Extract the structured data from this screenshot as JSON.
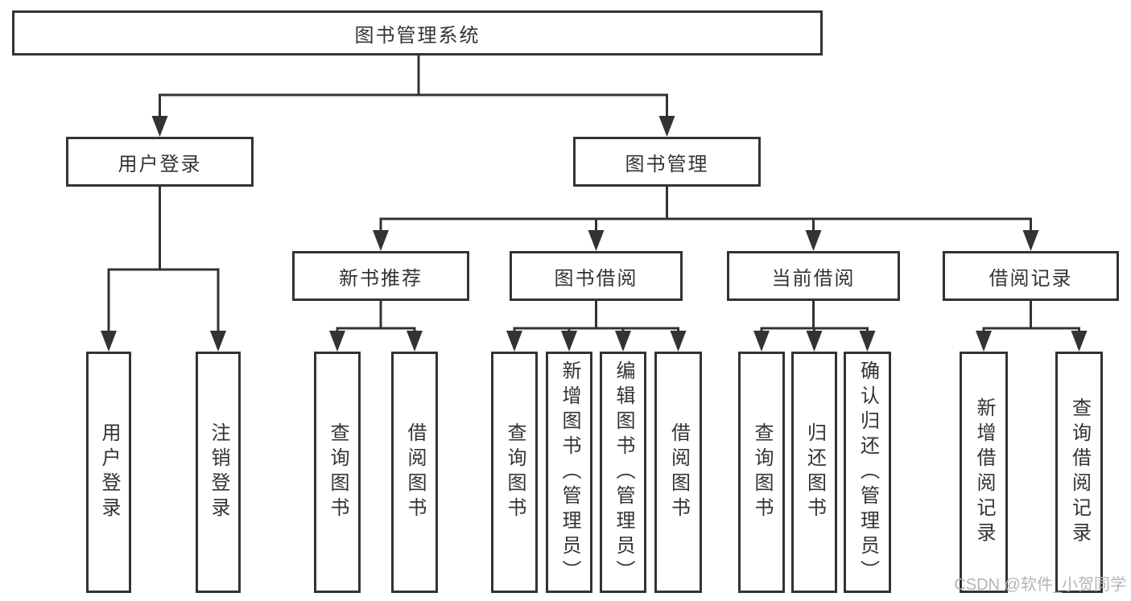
{
  "diagram": {
    "root": {
      "label": "图书管理系统"
    },
    "branches": [
      {
        "label": "用户登录",
        "children": [
          {
            "label": "用户登录"
          },
          {
            "label": "注销登录"
          }
        ]
      },
      {
        "label": "图书管理",
        "children": [
          {
            "label": "新书推荐",
            "children": [
              {
                "label": "查询图书"
              },
              {
                "label": "借阅图书"
              }
            ]
          },
          {
            "label": "图书借阅",
            "children": [
              {
                "label": "查询图书"
              },
              {
                "label": "新增图书（管理员）"
              },
              {
                "label": "编辑图书（管理员）"
              },
              {
                "label": "借阅图书"
              }
            ]
          },
          {
            "label": "当前借阅",
            "children": [
              {
                "label": "查询图书"
              },
              {
                "label": "归还图书"
              },
              {
                "label": "确认归还（管理员）"
              }
            ]
          },
          {
            "label": "借阅记录",
            "children": [
              {
                "label": "新增借阅记录"
              },
              {
                "label": "查询借阅记录"
              }
            ]
          }
        ]
      }
    ]
  },
  "watermark": {
    "text": "CSDN @软件_小贺同学"
  },
  "colors": {
    "line": "#333333",
    "box_border": "#333333",
    "text": "#333333",
    "background": "#ffffff",
    "watermark": "#b5b5b5"
  }
}
